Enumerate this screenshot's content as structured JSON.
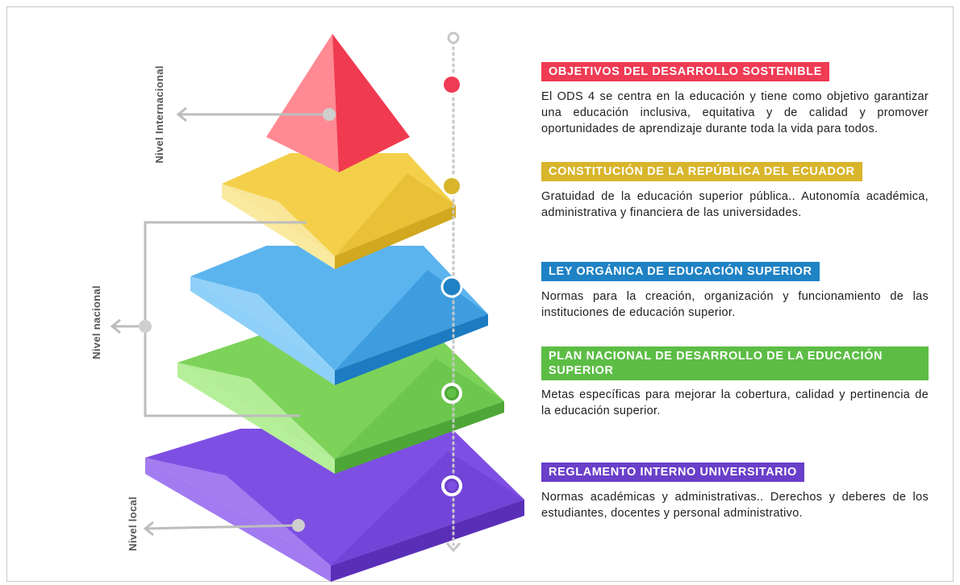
{
  "levels": {
    "internacional": "Nivel Internacional",
    "nacional": "Nivel nacional",
    "local": "Nivel local"
  },
  "sections": [
    {
      "title": "OBJETIVOS DEL DESARROLLO SOSTENIBLE",
      "color": "#ef3b54",
      "text": "El ODS 4 se centra en la educación y tiene como objetivo garantizar una educación inclusiva, equitativa y de calidad y promover oportunidades de aprendizaje durante toda la vida para todos."
    },
    {
      "title": "CONSTITUCIÓN DE LA REPÚBLICA DEL ECUADOR",
      "color": "#d8b52b",
      "text": "Gratuidad de la educación superior pública.. Autonomía académica, administrativa y financiera de las universidades."
    },
    {
      "title": "LEY ORGÁNICA DE EDUCACIÓN SUPERIOR",
      "color": "#1f82c4",
      "text": "Normas para la creación, organización y funcionamiento de las instituciones de educación superior."
    },
    {
      "title": "PLAN NACIONAL DE DESARROLLO DE LA EDUCACIÓN SUPERIOR",
      "color": "#5cbd45",
      "text": "Metas específicas para mejorar la cobertura, calidad y pertinencia de la educación superior."
    },
    {
      "title": "REGLAMENTO INTERNO UNIVERSITARIO",
      "color": "#6a3fc9",
      "text": "Normas académicas y administrativas.. Derechos y deberes de los estudiantes, docentes y personal administrativo."
    }
  ]
}
